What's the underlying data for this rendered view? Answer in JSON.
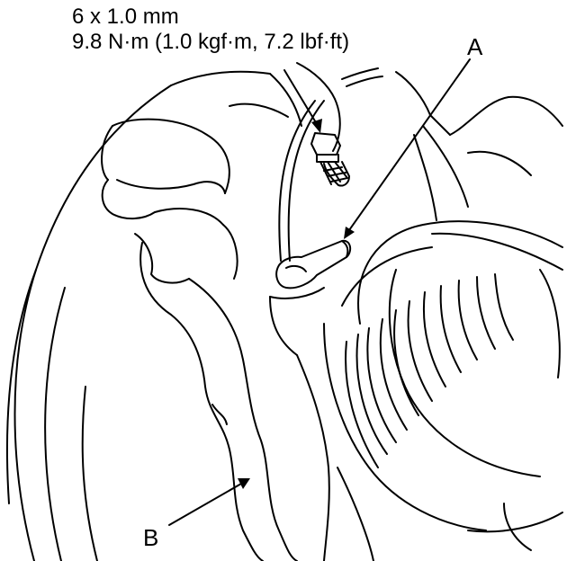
{
  "spec": {
    "bolt_size": "6 x 1.0 mm",
    "torque": "9.8 N·m (1.0 kgf·m, 7.2 lbf·ft)"
  },
  "callouts": {
    "a": "A",
    "b": "B"
  },
  "colors": {
    "line": "#000000",
    "background": "#ffffff"
  }
}
